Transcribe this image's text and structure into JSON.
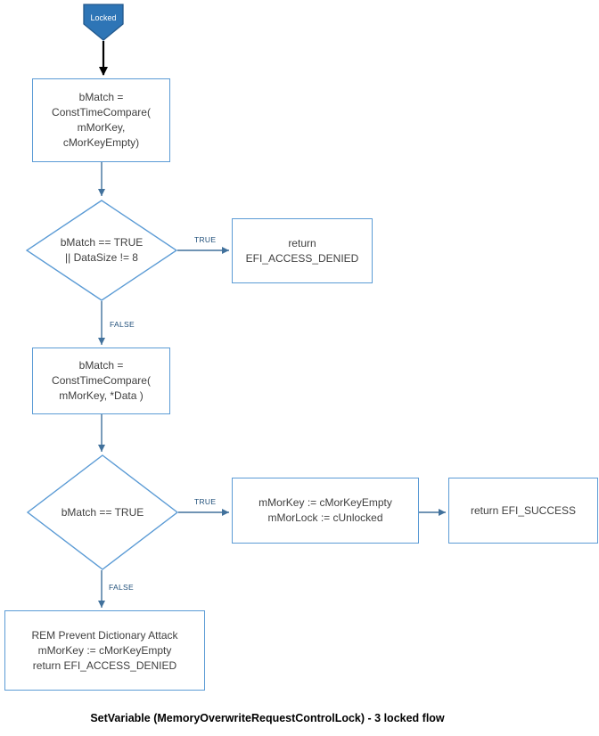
{
  "title": "SetVariable (MemoryOverwriteRequestControlLock) - 3 locked flow",
  "colors": {
    "border": "#5B9BD5",
    "arrow": "#41719C",
    "black_arrow": "#000000",
    "start_fill": "#2E75B6",
    "start_border": "#24598C",
    "label": "#1F4E79",
    "text": "#3F3F3F"
  },
  "nodes": {
    "start": "Locked",
    "compare1": "bMatch =\nConstTimeCompare(\nmMorKey,\ncMorKeyEmpty)",
    "decision1": "bMatch == TRUE\n|| DataSize != 8",
    "denied1": "return\nEFI_ACCESS_DENIED",
    "compare2": "bMatch =\nConstTimeCompare(\nmMorKey, *Data )",
    "decision2": "bMatch == TRUE",
    "unlock": "mMorKey := cMorKeyEmpty\nmMorLock := cUnlocked",
    "success": "return EFI_SUCCESS",
    "dictionary": "REM Prevent Dictionary Attack\nmMorKey := cMorKeyEmpty\nreturn EFI_ACCESS_DENIED"
  },
  "edges": {
    "d1_true": "TRUE",
    "d1_false": "FALSE",
    "d2_true": "TRUE",
    "d2_false": "FALSE"
  }
}
